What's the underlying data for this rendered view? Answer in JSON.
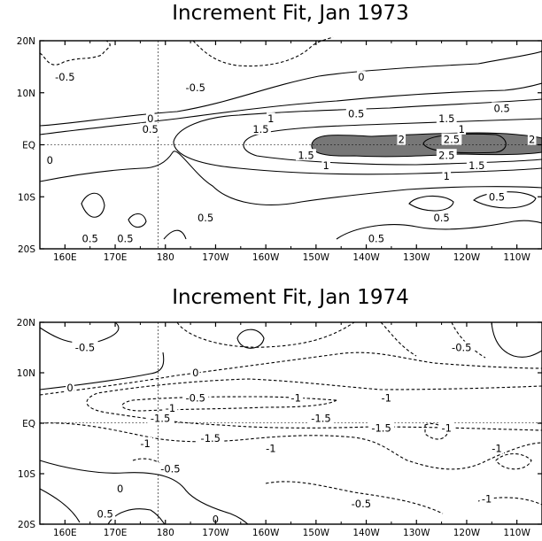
{
  "chart_data": [
    {
      "type": "contour",
      "title": "Increment Fit, Jan 1973",
      "x_ticks": [
        "160E",
        "170E",
        "180",
        "170W",
        "160W",
        "150W",
        "140W",
        "130W",
        "120W",
        "110W"
      ],
      "y_ticks": [
        "20N",
        "10N",
        "EQ",
        "10S",
        "20S"
      ],
      "xlim_deg_east": [
        155,
        255
      ],
      "ylim_deg_north": [
        -20,
        20
      ],
      "contour_interval": 0.5,
      "negative_contours": "dashed",
      "shading": "values >= 2.0",
      "contour_labels": [
        {
          "value": "-0.5",
          "lon": 160,
          "lat": 13
        },
        {
          "value": "-0.5",
          "lon": 186,
          "lat": 11
        },
        {
          "value": "0",
          "lon": 219,
          "lat": 13
        },
        {
          "value": "0.5",
          "lon": 247,
          "lat": 7
        },
        {
          "value": "1",
          "lon": 201,
          "lat": 5
        },
        {
          "value": "0.5",
          "lon": 218,
          "lat": 6
        },
        {
          "value": "1.5",
          "lon": 236,
          "lat": 5
        },
        {
          "value": "0",
          "lon": 177,
          "lat": 5
        },
        {
          "value": "0.5",
          "lon": 177,
          "lat": 3
        },
        {
          "value": "1.5",
          "lon": 199,
          "lat": 3
        },
        {
          "value": "1",
          "lon": 239,
          "lat": 3
        },
        {
          "value": "2",
          "lon": 227,
          "lat": 1
        },
        {
          "value": "2.5",
          "lon": 237,
          "lat": 1
        },
        {
          "value": "2",
          "lon": 253,
          "lat": 1
        },
        {
          "value": "1.5",
          "lon": 208,
          "lat": -2
        },
        {
          "value": "2.5",
          "lon": 236,
          "lat": -2
        },
        {
          "value": "1",
          "lon": 212,
          "lat": -4
        },
        {
          "value": "1.5",
          "lon": 242,
          "lat": -4
        },
        {
          "value": "0",
          "lon": 157,
          "lat": -3
        },
        {
          "value": "1",
          "lon": 236,
          "lat": -6
        },
        {
          "value": "0.5",
          "lon": 246,
          "lat": -10
        },
        {
          "value": "0.5",
          "lon": 188,
          "lat": -14
        },
        {
          "value": "0.5",
          "lon": 235,
          "lat": -14
        },
        {
          "value": "0.5",
          "lon": 165,
          "lat": -18
        },
        {
          "value": "0.5",
          "lon": 172,
          "lat": -18
        },
        {
          "value": "0.5",
          "lon": 222,
          "lat": -18
        }
      ]
    },
    {
      "type": "contour",
      "title": "Increment Fit, Jan 1974",
      "x_ticks": [
        "160E",
        "170E",
        "180",
        "170W",
        "160W",
        "150W",
        "140W",
        "130W",
        "120W",
        "110W"
      ],
      "y_ticks": [
        "20N",
        "10N",
        "EQ",
        "10S",
        "20S"
      ],
      "xlim_deg_east": [
        155,
        255
      ],
      "ylim_deg_north": [
        -20,
        20
      ],
      "contour_interval": 0.5,
      "negative_contours": "dashed",
      "contour_labels": [
        {
          "value": "-0.5",
          "lon": 164,
          "lat": 15
        },
        {
          "value": "-0.5",
          "lon": 239,
          "lat": 15
        },
        {
          "value": "0",
          "lon": 186,
          "lat": 10
        },
        {
          "value": "0",
          "lon": 161,
          "lat": 7
        },
        {
          "value": "-0.5",
          "lon": 186,
          "lat": 5
        },
        {
          "value": "-1",
          "lon": 206,
          "lat": 5
        },
        {
          "value": "-1",
          "lon": 224,
          "lat": 5
        },
        {
          "value": "-1",
          "lon": 181,
          "lat": 3
        },
        {
          "value": "-1.5",
          "lon": 179,
          "lat": 1
        },
        {
          "value": "-1.5",
          "lon": 211,
          "lat": 1
        },
        {
          "value": "-1.5",
          "lon": 223,
          "lat": -1
        },
        {
          "value": "-1",
          "lon": 236,
          "lat": -1
        },
        {
          "value": "-1.5",
          "lon": 189,
          "lat": -3
        },
        {
          "value": "-1",
          "lon": 176,
          "lat": -4
        },
        {
          "value": "-1",
          "lon": 201,
          "lat": -5
        },
        {
          "value": "-1",
          "lon": 246,
          "lat": -5
        },
        {
          "value": "-0.5",
          "lon": 181,
          "lat": -9
        },
        {
          "value": "0",
          "lon": 171,
          "lat": -13
        },
        {
          "value": "-0.5",
          "lon": 219,
          "lat": -16
        },
        {
          "value": "-1",
          "lon": 244,
          "lat": -15
        },
        {
          "value": "0.5",
          "lon": 168,
          "lat": -18
        },
        {
          "value": "0",
          "lon": 190,
          "lat": -19
        }
      ]
    }
  ]
}
